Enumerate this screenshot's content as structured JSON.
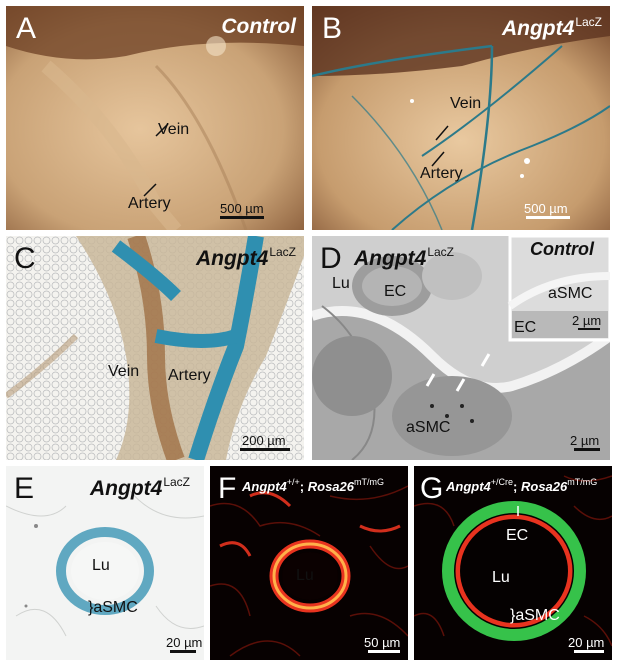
{
  "panels": {
    "a": {
      "letter": "A",
      "title": "Control",
      "vein": "Vein",
      "artery": "Artery",
      "scale": "500 µm"
    },
    "b": {
      "letter": "B",
      "title": "Angpt4",
      "title_sup": "LacZ",
      "vein": "Vein",
      "artery": "Artery",
      "scale": "500 µm"
    },
    "c": {
      "letter": "C",
      "title": "Angpt4",
      "title_sup": "LacZ",
      "vein": "Vein",
      "artery": "Artery",
      "scale": "200 µm"
    },
    "d": {
      "letter": "D",
      "title": "Angpt4",
      "title_sup": "LacZ",
      "lu": "Lu",
      "ec": "EC",
      "asmc": "aSMC",
      "scale": "2 µm",
      "inset": {
        "title": "Control",
        "asmc": "aSMC",
        "ec": "EC",
        "scale": "2 µm"
      }
    },
    "e": {
      "letter": "E",
      "title": "Angpt4",
      "title_sup": "LacZ",
      "lu": "Lu",
      "asmc": "}aSMC",
      "scale": "20 µm"
    },
    "f": {
      "letter": "F",
      "title_a": "Angpt4",
      "title_a_sup": "+/+",
      "title_sep": "; ",
      "title_b": "Rosa26",
      "title_b_sup": "mT/mG",
      "lu": "Lu",
      "scale": "50 µm"
    },
    "g": {
      "letter": "G",
      "title_a": "Angpt4",
      "title_a_sup": "+/Cre",
      "title_sep": "; ",
      "title_b": "Rosa26",
      "title_b_sup": "mT/mG",
      "ec": "EC",
      "lu": "Lu",
      "asmc": "}aSMC",
      "scale": "20 µm"
    }
  },
  "colors": {
    "lacz_blue": "#2f8fb0",
    "tomato_red": "#e8331f",
    "gfp_green": "#36c24a",
    "tissue_amber": "#b98a5a"
  }
}
